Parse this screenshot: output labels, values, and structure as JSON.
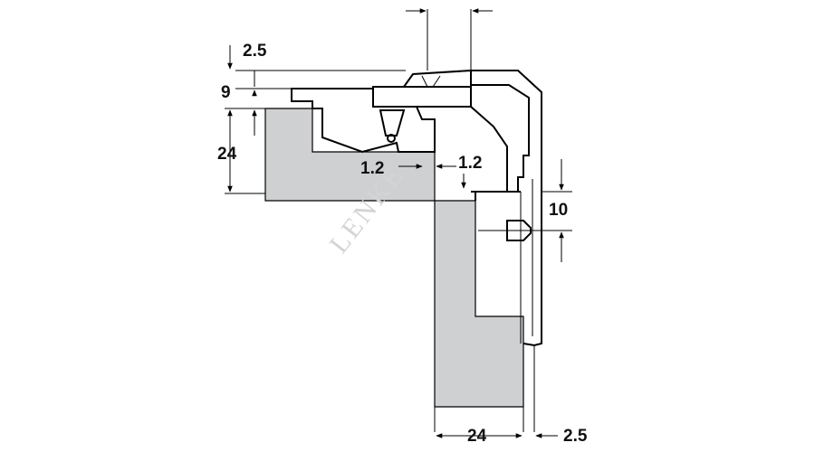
{
  "colors": {
    "wood_fill": "#cfd0d2",
    "line": "#000000",
    "watermark": "#d4d4d4"
  },
  "dimensions": {
    "top_offset": "2.5",
    "plate_thickness": "9",
    "door_thickness_top": "24",
    "gap_left": "1.2",
    "gap_right": "1.2",
    "screw_spacing": "10",
    "carcass_thickness": "24",
    "overlay_offset": "2.5"
  },
  "watermark": "LENKE"
}
